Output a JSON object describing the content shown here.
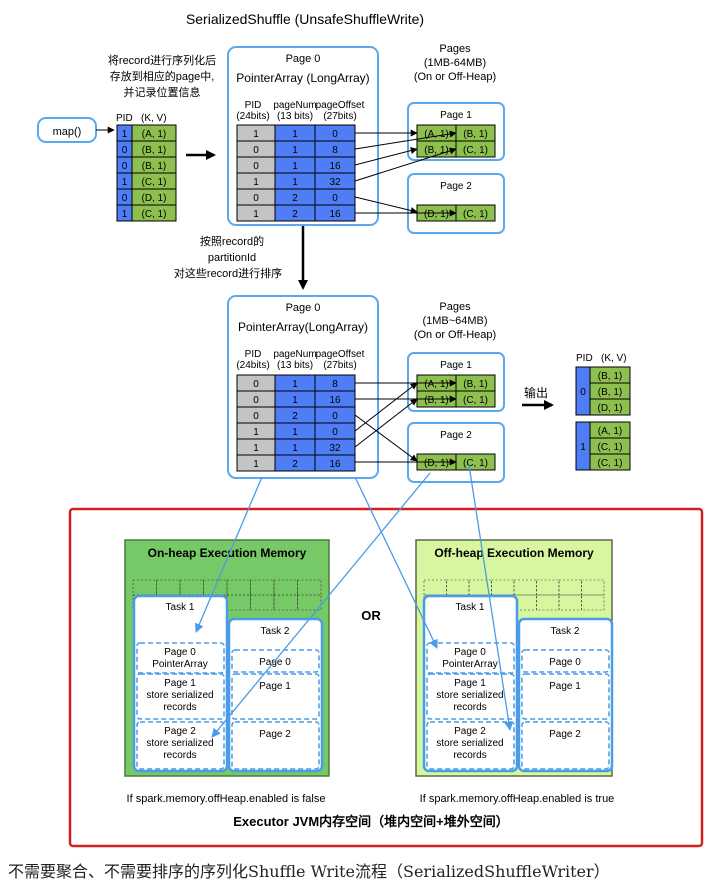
{
  "title": "SerializedShuffle (UnsafeShuffleWrite)",
  "input": {
    "map_label": "map()",
    "header": "PID   (K, V)",
    "records": [
      {
        "pid": "1",
        "kv": "(A, 1)"
      },
      {
        "pid": "0",
        "kv": "(B, 1)"
      },
      {
        "pid": "0",
        "kv": "(B, 1)"
      },
      {
        "pid": "1",
        "kv": "(C, 1)"
      },
      {
        "pid": "0",
        "kv": "(D, 1)"
      },
      {
        "pid": "1",
        "kv": "(C, 1)"
      }
    ],
    "note": [
      "将record进行序列化后",
      "存放到相应的page中,",
      "并记录位置信息"
    ]
  },
  "pointer_array_top": {
    "page": "Page 0",
    "title": "PointerArray (LongArray)",
    "col_headers": [
      [
        "PID",
        "(24bits)"
      ],
      [
        "pageNum",
        "(13 bits)"
      ],
      [
        "pageOffset",
        "(27bits)"
      ]
    ],
    "rows": [
      [
        "1",
        "1",
        "0"
      ],
      [
        "0",
        "1",
        "8"
      ],
      [
        "0",
        "1",
        "16"
      ],
      [
        "1",
        "1",
        "32"
      ],
      [
        "0",
        "2",
        "0"
      ],
      [
        "1",
        "2",
        "16"
      ]
    ]
  },
  "pages_top": {
    "label": [
      "Pages",
      "(1MB-64MB)",
      "(On or Off-Heap)"
    ],
    "page1": {
      "title": "Page 1",
      "cells": [
        [
          "(A, 1)",
          "(B, 1)"
        ],
        [
          "(B, 1)",
          "(C, 1)"
        ]
      ]
    },
    "page2": {
      "title": "Page 2",
      "cells": [
        [
          "(D, 1)",
          "(C, 1)"
        ]
      ]
    }
  },
  "sort_note": [
    "按照record的",
    "partitionId",
    "对这些record进行排序"
  ],
  "pointer_array_bottom": {
    "page": "Page 0",
    "title": "PointerArray(LongArray)",
    "col_headers": [
      [
        "PID",
        "(24bits)"
      ],
      [
        "pageNum",
        "(13 bits)"
      ],
      [
        "pageOffset",
        "(27bits)"
      ]
    ],
    "rows": [
      [
        "0",
        "1",
        "8"
      ],
      [
        "0",
        "1",
        "16"
      ],
      [
        "0",
        "2",
        "0"
      ],
      [
        "1",
        "1",
        "0"
      ],
      [
        "1",
        "1",
        "32"
      ],
      [
        "1",
        "2",
        "16"
      ]
    ]
  },
  "pages_bottom": {
    "label": [
      "Pages",
      "(1MB~64MB)",
      "(On or Off-Heap)"
    ],
    "page1": {
      "title": "Page 1",
      "cells": [
        [
          "(A, 1)",
          "(B, 1)"
        ],
        [
          "(B, 1)",
          "(C, 1)"
        ]
      ]
    },
    "page2": {
      "title": "Page 2",
      "cells": [
        [
          "(D, 1)",
          "(C, 1)"
        ]
      ]
    }
  },
  "output": {
    "label": "输出",
    "header": "PID   (K, V)",
    "groups": [
      {
        "pid": "0",
        "kvs": [
          "(B, 1)",
          "(B, 1)",
          "(D, 1)"
        ]
      },
      {
        "pid": "1",
        "kvs": [
          "(A, 1)",
          "(C, 1)",
          "(C, 1)"
        ]
      }
    ]
  },
  "memory": {
    "onheap_title": "On-heap Execution Memory",
    "offheap_title": "Off-heap Execution Memory",
    "or_label": "OR",
    "task1": {
      "title": "Task 1",
      "blocks": [
        [
          "Page 0",
          "PointerArray"
        ],
        [
          "Page 1",
          "store serialized",
          "records"
        ],
        [
          "Page 2",
          "store serialized",
          "records"
        ]
      ]
    },
    "task2": {
      "title": "Task 2",
      "blocks": [
        [
          "Page 0"
        ],
        [
          "Page 1"
        ],
        [
          "Page 2"
        ]
      ]
    },
    "onheap_condition": "If spark.memory.offHeap.enabled is false",
    "offheap_condition": "If spark.memory.offHeap.enabled is true",
    "footer": "Executor JVM内存空间（堆内空间+堆外空间）",
    "colors": {
      "onheap_bg": "#77c866",
      "offheap_bg": "#d6f7a0",
      "frame_red": "#d42020",
      "task_border": "#4a9be8"
    }
  },
  "caption": "不需要聚合、不需要排序的序列化Shuffle Write流程（SerializedShuffleWriter）",
  "colors": {
    "pid_blue": "#4f7df5",
    "kv_green": "#8ec04f",
    "gray_cell": "#c4c4c4",
    "box_border": "#5aa8ee"
  }
}
